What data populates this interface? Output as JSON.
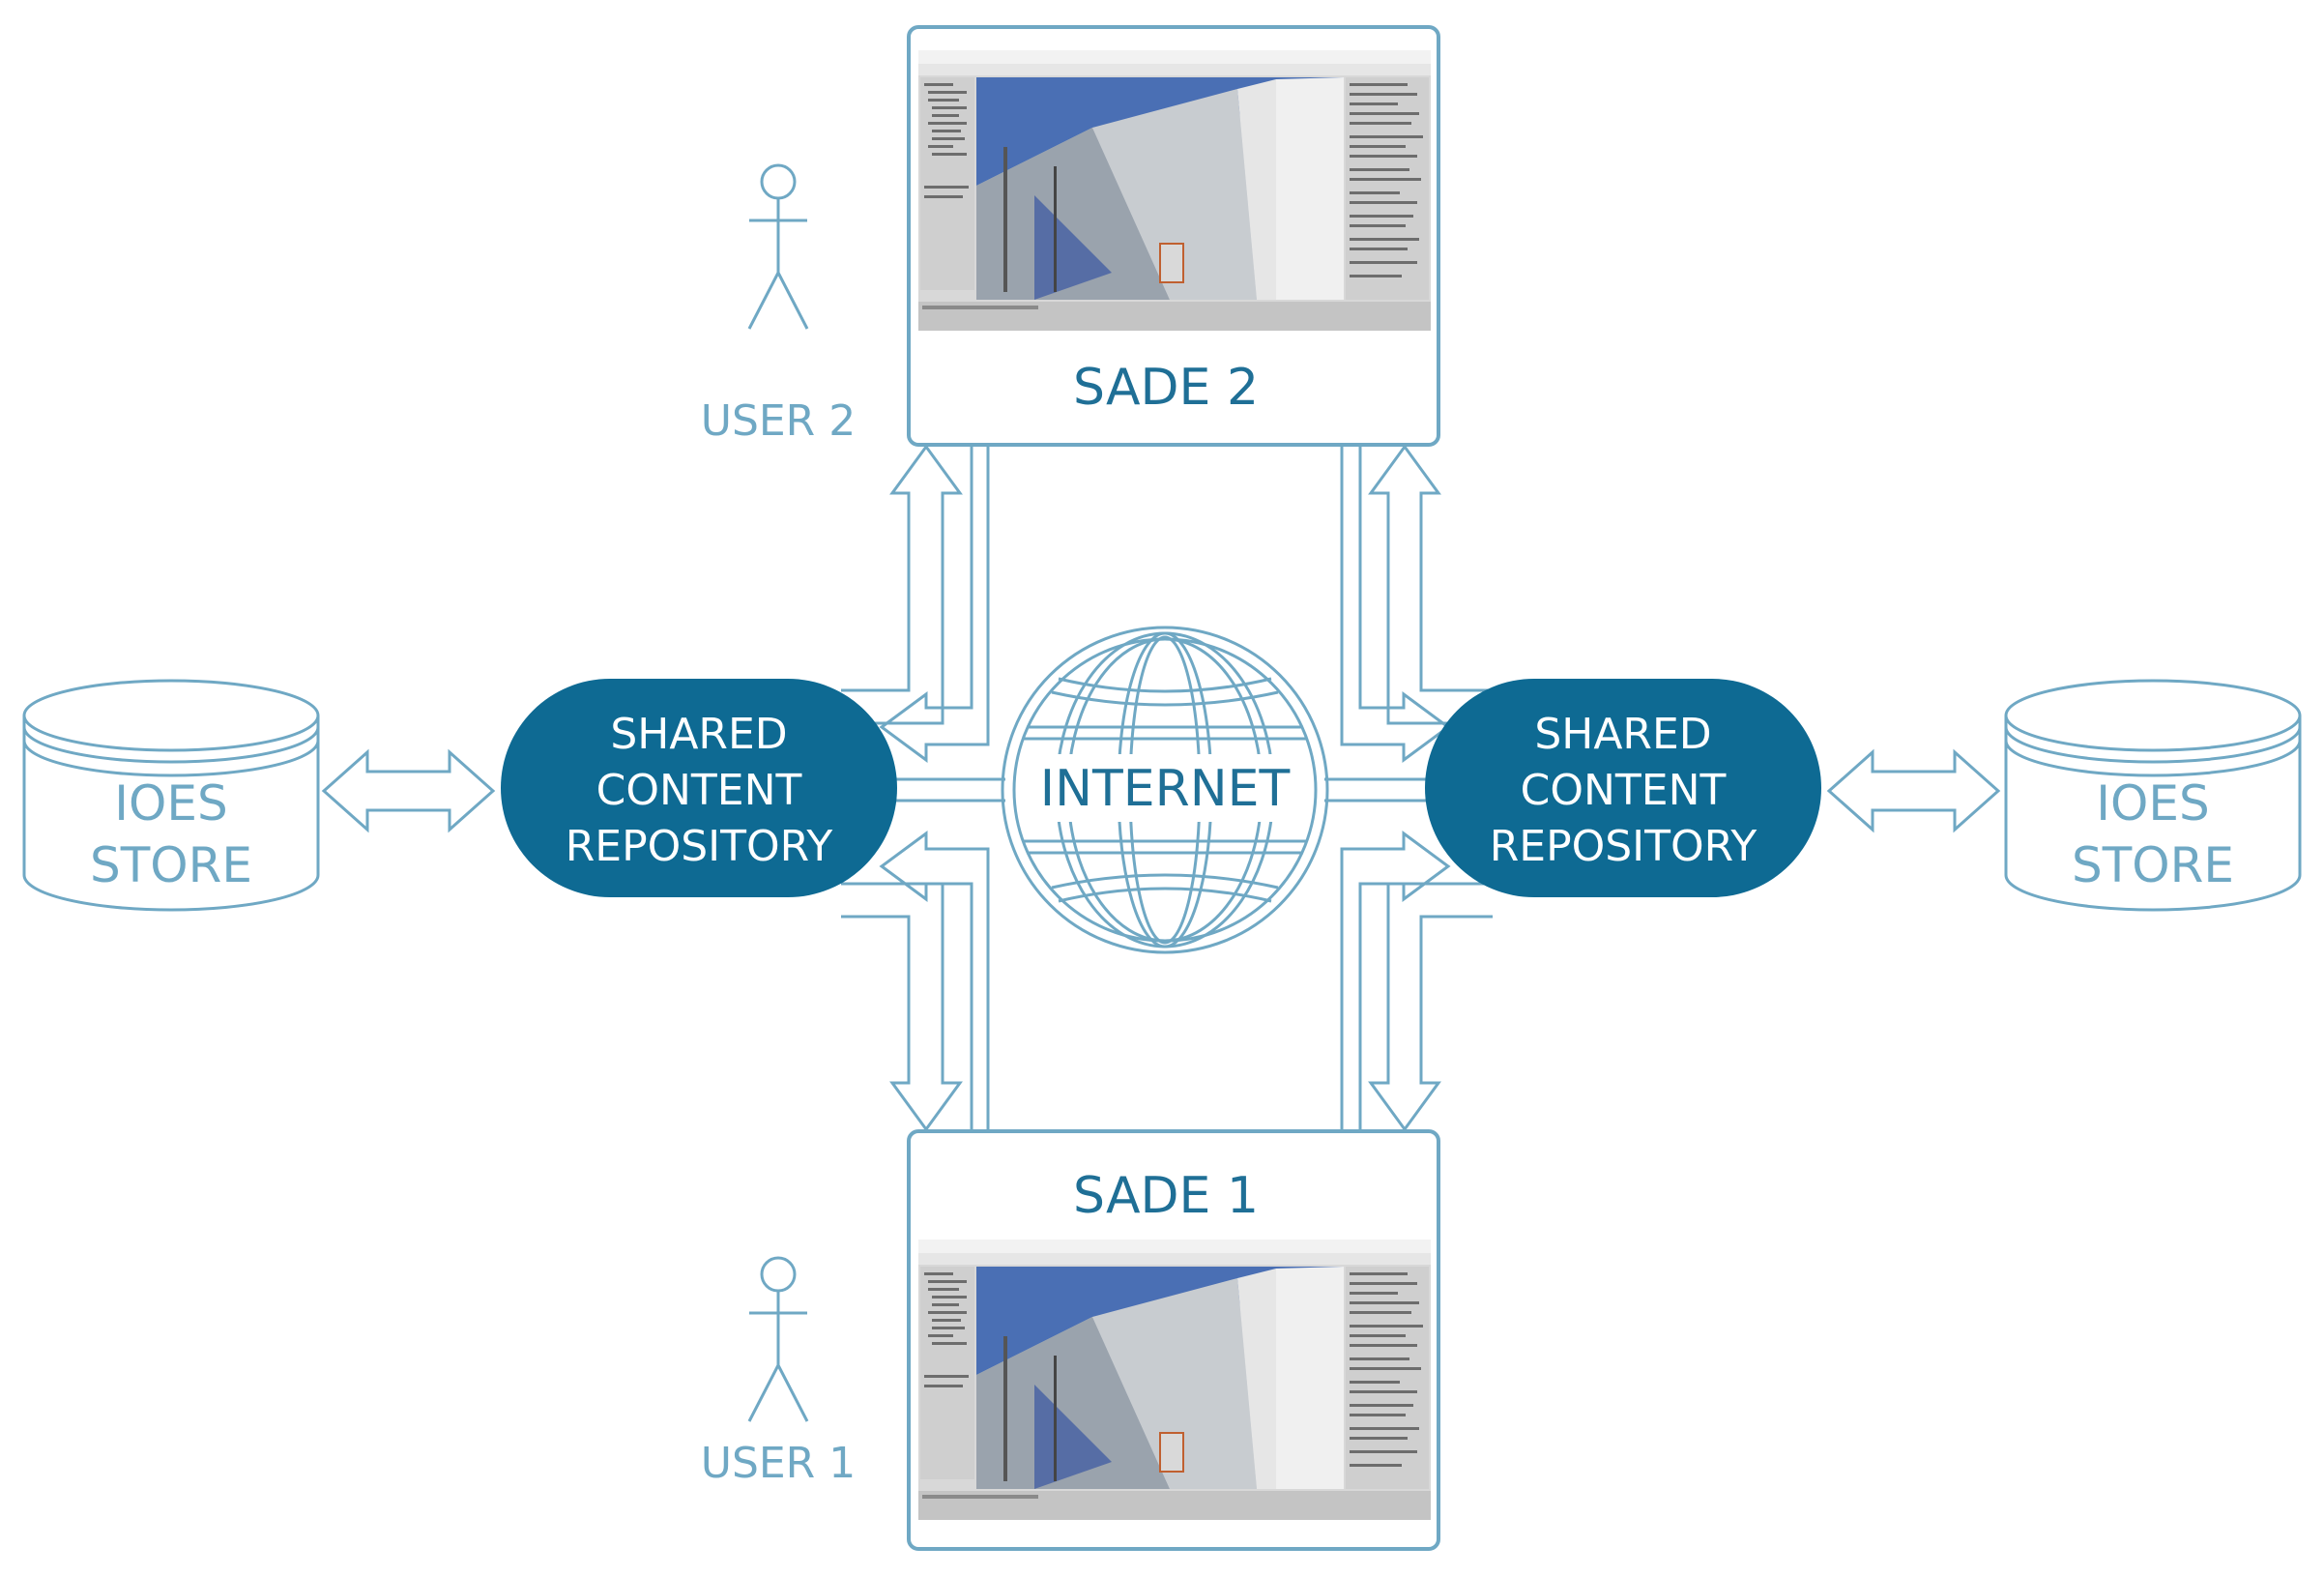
{
  "nodes": {
    "store_left": {
      "line1": "IOES",
      "line2": "STORE"
    },
    "store_right": {
      "line1": "IOES",
      "line2": "STORE"
    },
    "repo_left": {
      "line1": "SHARED",
      "line2": "CONTENT",
      "line3": "REPOSITORY"
    },
    "repo_right": {
      "line1": "SHARED",
      "line2": "CONTENT",
      "line3": "REPOSITORY"
    },
    "internet": {
      "label": "INTERNET"
    },
    "sade_top": {
      "label": "SADE 2"
    },
    "sade_bottom": {
      "label": "SADE 1"
    },
    "user_top": {
      "label": "USER 2"
    },
    "user_bottom": {
      "label": "USER 1"
    }
  },
  "colors": {
    "light": "#6fa8c4",
    "dark": "#1f6f96",
    "repo_fill": "#0e6a93"
  }
}
